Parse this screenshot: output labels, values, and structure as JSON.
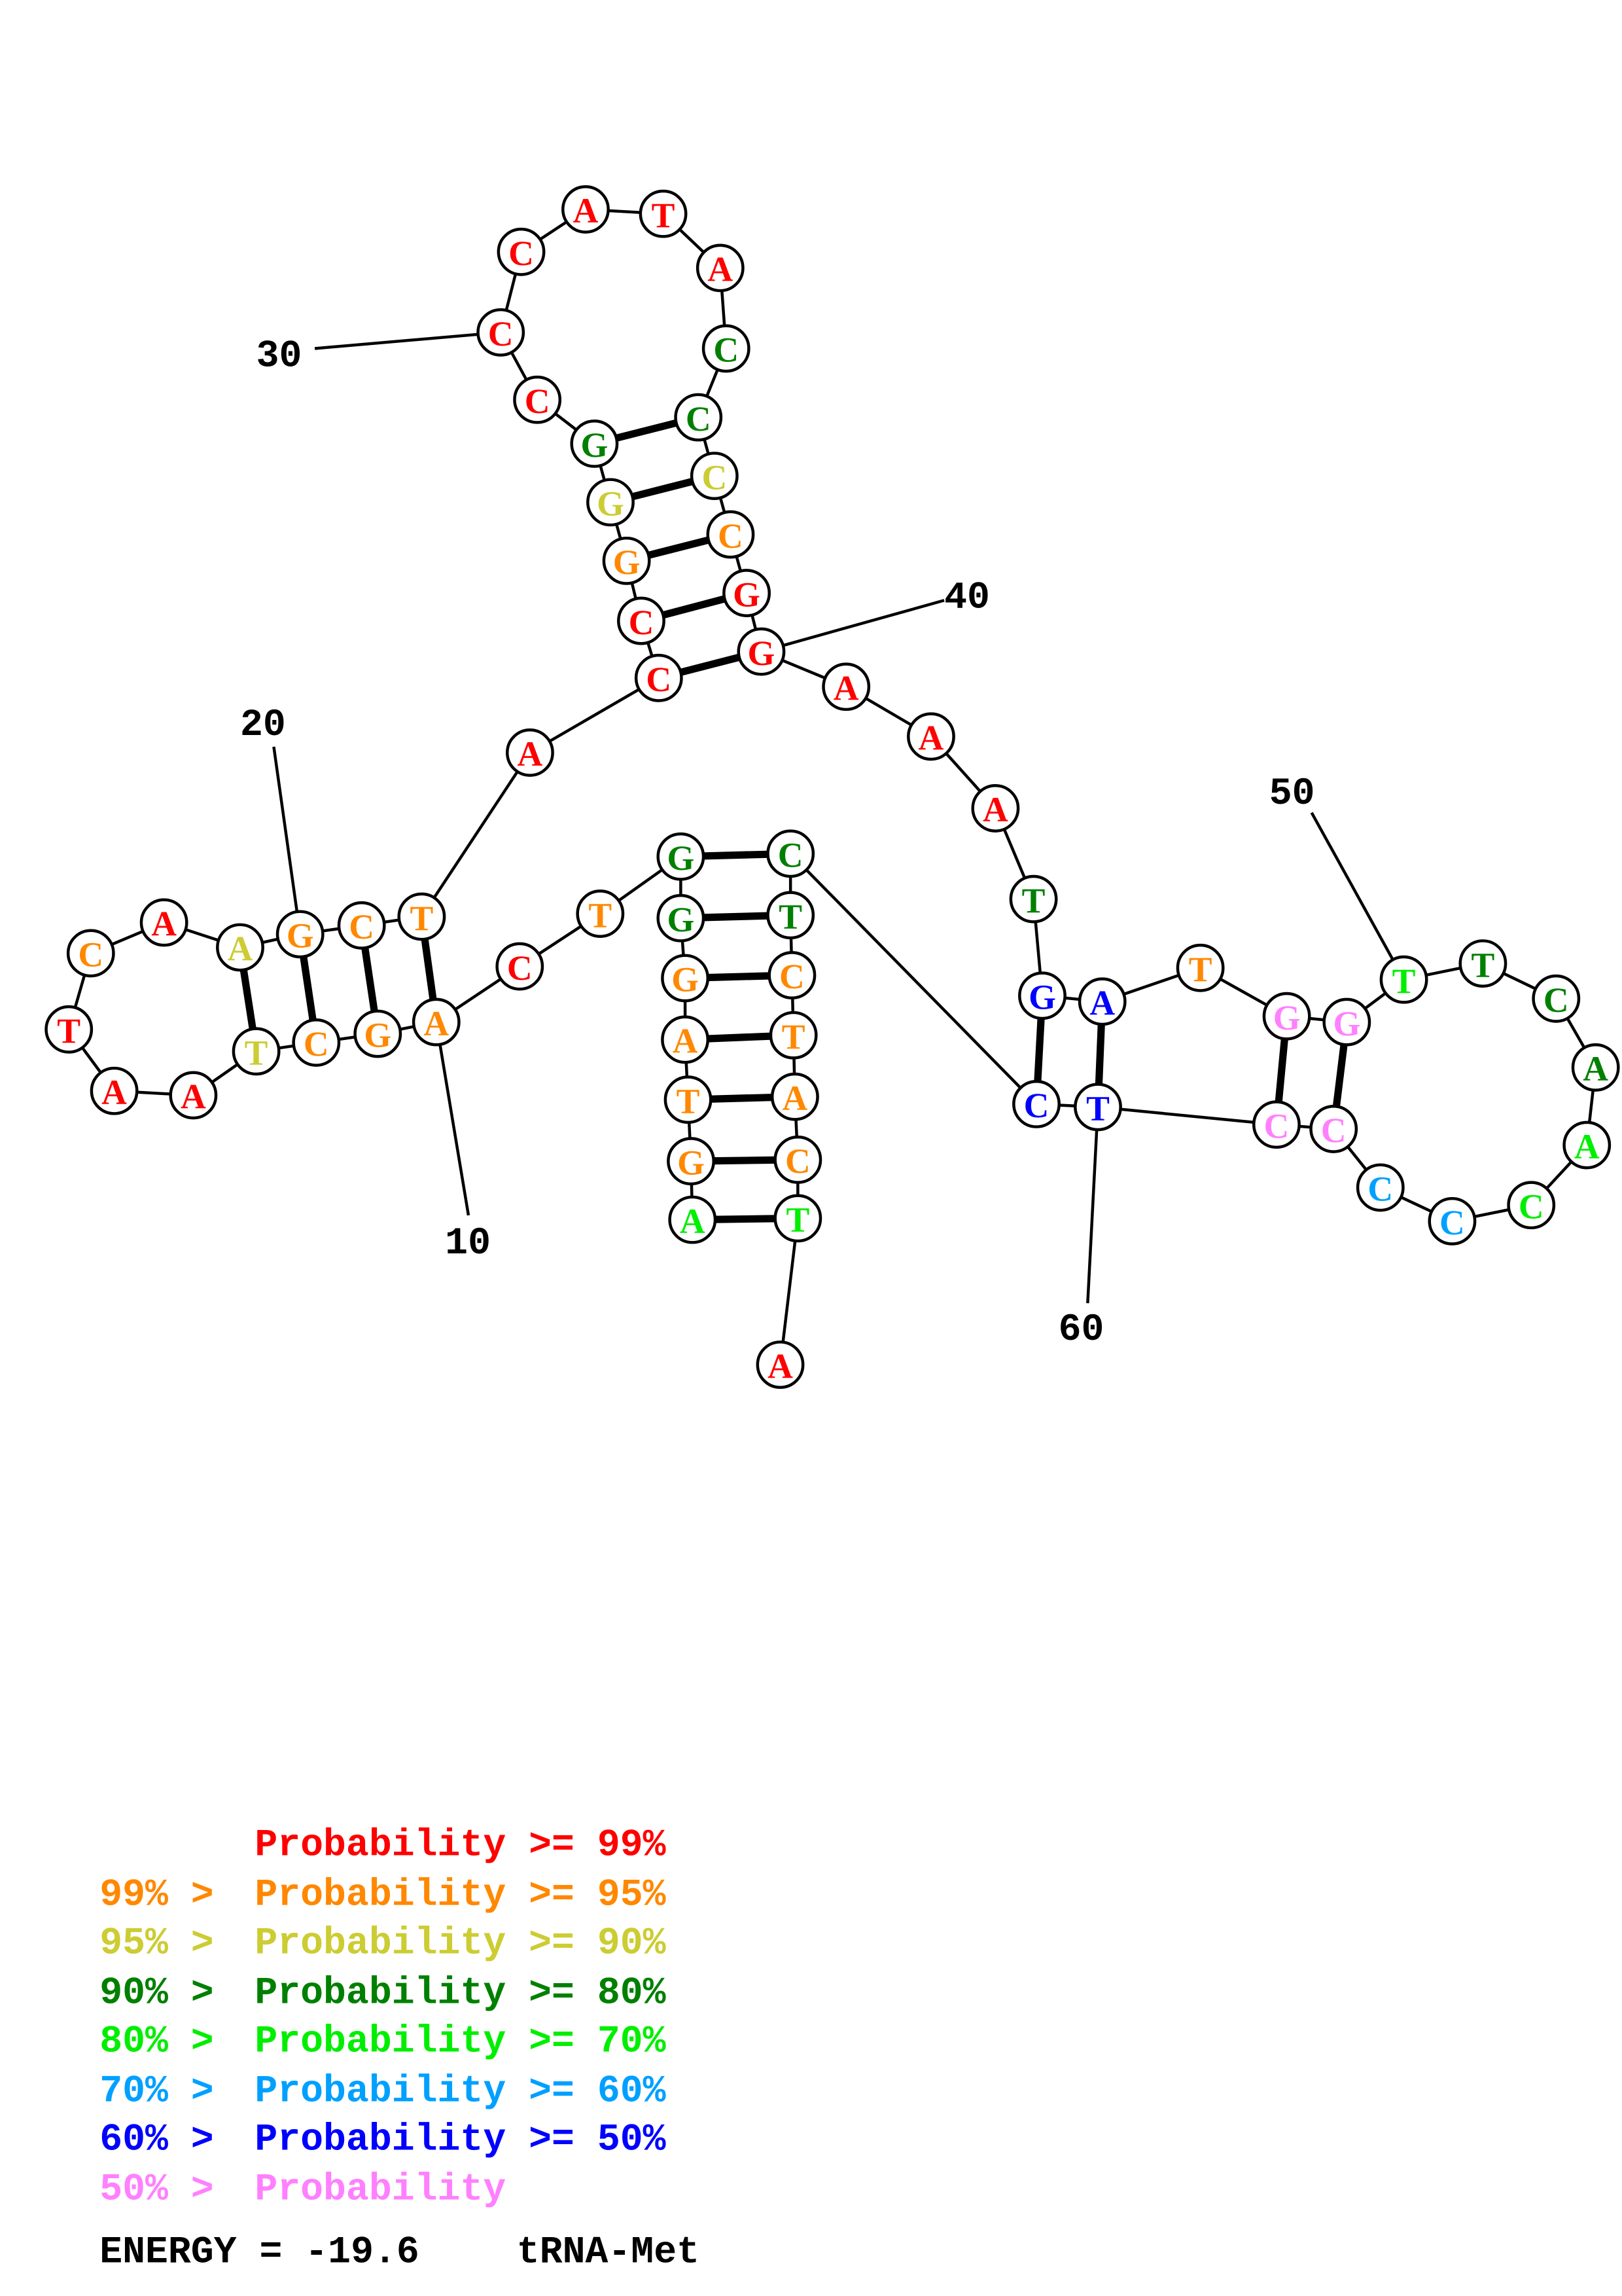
{
  "diagram": {
    "title": "tRNA-Met",
    "energy_label": "ENERGY = -19.6",
    "molecule": "tRNA-Met",
    "position_labels": [
      "10",
      "20",
      "30",
      "40",
      "50",
      "60"
    ],
    "pairs": [
      [
        1,
        68
      ],
      [
        2,
        67
      ],
      [
        3,
        66
      ],
      [
        4,
        65
      ],
      [
        5,
        64
      ],
      [
        6,
        63
      ],
      [
        7,
        62
      ],
      [
        10,
        22
      ],
      [
        11,
        21
      ],
      [
        12,
        20
      ],
      [
        13,
        19
      ],
      [
        24,
        40
      ],
      [
        25,
        39
      ],
      [
        26,
        38
      ],
      [
        27,
        37
      ],
      [
        28,
        36
      ],
      [
        45,
        61
      ],
      [
        46,
        60
      ],
      [
        48,
        59
      ],
      [
        49,
        58
      ]
    ]
  },
  "colors": [
    "#ff0000",
    "#ff8800",
    "#cccc33",
    "#008000",
    "#00ee00",
    "#00a0ff",
    "#0000ff",
    "#ff80ff"
  ],
  "legend": [
    {
      "prefix": "    ",
      "text": "Probability >= 99%"
    },
    {
      "prefix": "99% > ",
      "text": "Probability >= 95%"
    },
    {
      "prefix": "95% > ",
      "text": "Probability >= 90%"
    },
    {
      "prefix": "90% > ",
      "text": "Probability >= 80%"
    },
    {
      "prefix": "80% > ",
      "text": "Probability >= 70%"
    },
    {
      "prefix": "70% > ",
      "text": "Probability >= 60%"
    },
    {
      "prefix": "60% > ",
      "text": "Probability >= 50%"
    },
    {
      "prefix": "50% > ",
      "text": "Probability"
    }
  ],
  "nucleotides": [
    {
      "base": "A",
      "level": 4
    },
    {
      "base": "G",
      "level": 1
    },
    {
      "base": "T",
      "level": 1
    },
    {
      "base": "A",
      "level": 1
    },
    {
      "base": "G",
      "level": 1
    },
    {
      "base": "G",
      "level": 3
    },
    {
      "base": "G",
      "level": 3
    },
    {
      "base": "T",
      "level": 1
    },
    {
      "base": "C",
      "level": 0
    },
    {
      "base": "A",
      "level": 1
    },
    {
      "base": "G",
      "level": 1
    },
    {
      "base": "C",
      "level": 1
    },
    {
      "base": "T",
      "level": 2
    },
    {
      "base": "A",
      "level": 0
    },
    {
      "base": "A",
      "level": 0
    },
    {
      "base": "T",
      "level": 0
    },
    {
      "base": "C",
      "level": 1
    },
    {
      "base": "A",
      "level": 0
    },
    {
      "base": "A",
      "level": 2
    },
    {
      "base": "G",
      "level": 1
    },
    {
      "base": "C",
      "level": 1
    },
    {
      "base": "T",
      "level": 1
    },
    {
      "base": "A",
      "level": 0
    },
    {
      "base": "C",
      "level": 0
    },
    {
      "base": "C",
      "level": 0
    },
    {
      "base": "G",
      "level": 1
    },
    {
      "base": "G",
      "level": 2
    },
    {
      "base": "G",
      "level": 3
    },
    {
      "base": "C",
      "level": 0
    },
    {
      "base": "C",
      "level": 0
    },
    {
      "base": "C",
      "level": 0
    },
    {
      "base": "A",
      "level": 0
    },
    {
      "base": "T",
      "level": 0
    },
    {
      "base": "A",
      "level": 0
    },
    {
      "base": "C",
      "level": 3
    },
    {
      "base": "C",
      "level": 3
    },
    {
      "base": "C",
      "level": 2
    },
    {
      "base": "C",
      "level": 1
    },
    {
      "base": "G",
      "level": 0
    },
    {
      "base": "G",
      "level": 0
    },
    {
      "base": "A",
      "level": 0
    },
    {
      "base": "A",
      "level": 0
    },
    {
      "base": "A",
      "level": 0
    },
    {
      "base": "T",
      "level": 3
    },
    {
      "base": "G",
      "level": 6
    },
    {
      "base": "A",
      "level": 6
    },
    {
      "base": "T",
      "level": 1
    },
    {
      "base": "G",
      "level": 7
    },
    {
      "base": "G",
      "level": 7
    },
    {
      "base": "T",
      "level": 4
    },
    {
      "base": "T",
      "level": 3
    },
    {
      "base": "C",
      "level": 3
    },
    {
      "base": "A",
      "level": 3
    },
    {
      "base": "A",
      "level": 4
    },
    {
      "base": "C",
      "level": 4
    },
    {
      "base": "C",
      "level": 5
    },
    {
      "base": "C",
      "level": 5
    },
    {
      "base": "C",
      "level": 7
    },
    {
      "base": "C",
      "level": 7
    },
    {
      "base": "T",
      "level": 6
    },
    {
      "base": "C",
      "level": 6
    },
    {
      "base": "C",
      "level": 3
    },
    {
      "base": "T",
      "level": 3
    },
    {
      "base": "C",
      "level": 1
    },
    {
      "base": "T",
      "level": 1
    },
    {
      "base": "A",
      "level": 1
    },
    {
      "base": "C",
      "level": 1
    },
    {
      "base": "T",
      "level": 4
    },
    {
      "base": "A",
      "level": 0
    }
  ]
}
